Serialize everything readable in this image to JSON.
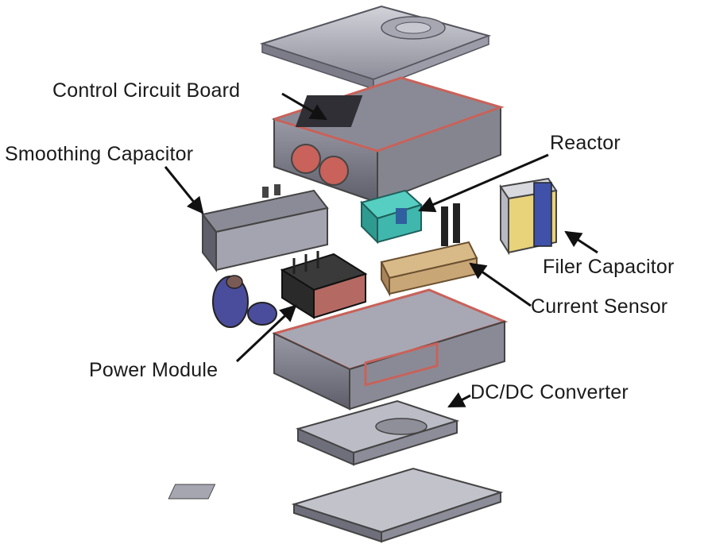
{
  "labels": {
    "control_circuit_board": "Control Circuit Board",
    "smoothing_capacitor": "Smoothing Capacitor",
    "reactor": "Reactor",
    "filer_capacitor": "Filer Capacitor",
    "current_sensor": "Current Sensor",
    "power_module": "Power Module",
    "dc_dc_converter": "DC/DC Converter"
  },
  "colors": {
    "housing": "#b7b7c2",
    "housing_dark": "#6f6f7c",
    "gasket": "#c8625a",
    "reactor": "#3fb7ad",
    "power_module": "#3a3a3a",
    "sensor": "#c9a676",
    "capacitor_yellow": "#e8d27a",
    "capacitor_blue": "#3f51a8",
    "connector_blue": "#4a4d9c"
  }
}
